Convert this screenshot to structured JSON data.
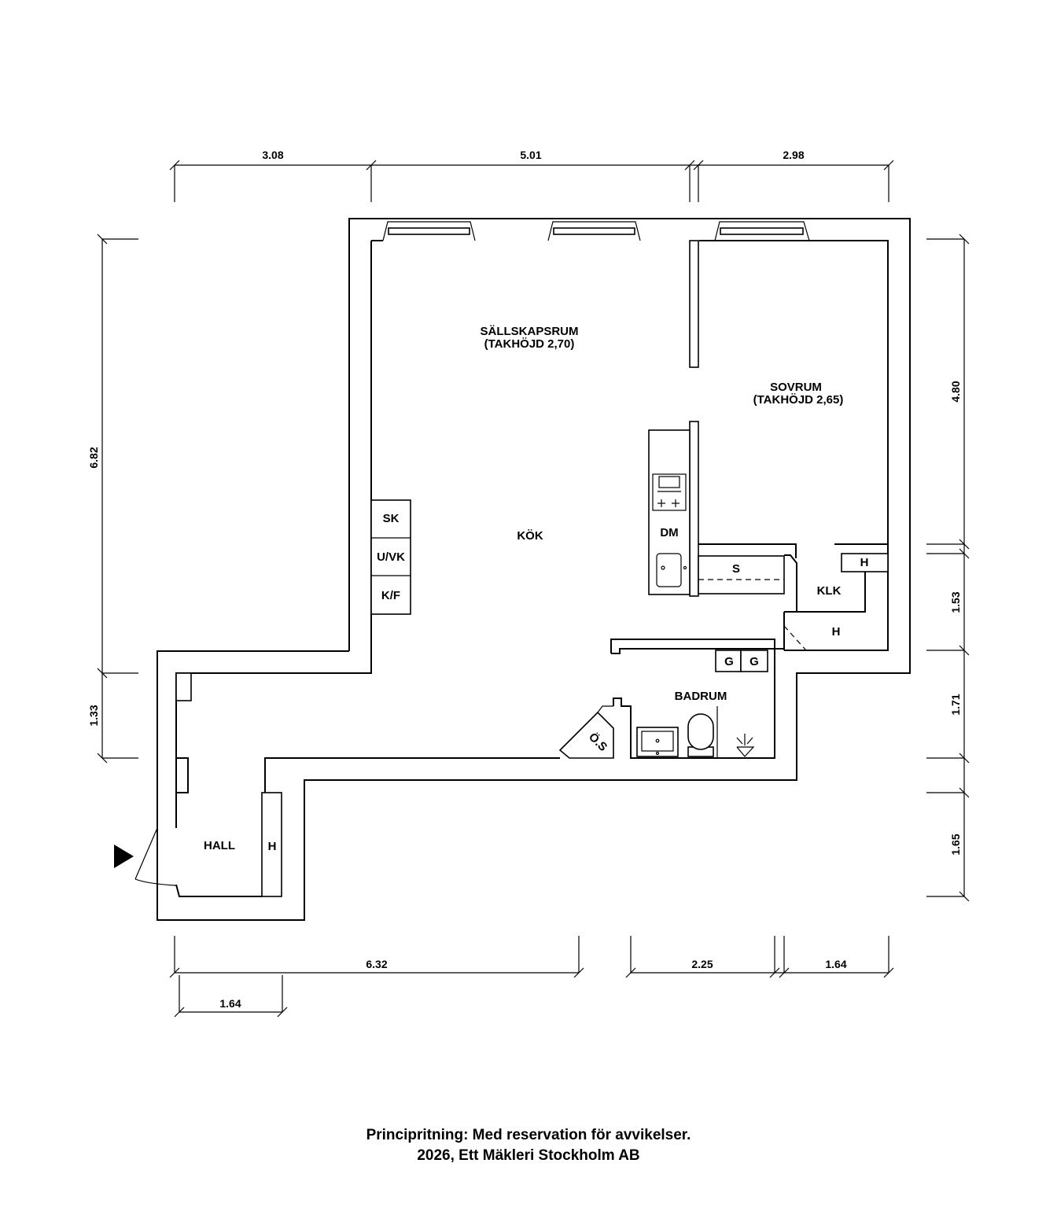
{
  "rooms": {
    "living": "SÄLLSKAPSRUM",
    "living_height": "(TAKHÖJD 2,70)",
    "bedroom": "SOVRUM",
    "bedroom_height": "(TAKHÖJD 2,65)",
    "kitchen": "KÖK",
    "bathroom": "BADRUM",
    "hall": "HALL",
    "walkin": "KLK"
  },
  "fixtures": {
    "sk": "SK",
    "uvk": "U/VK",
    "kf": "K/F",
    "dm": "DM",
    "s": "S",
    "h": "H",
    "g": "G",
    "os": "Ö.S"
  },
  "dimensions": {
    "top": [
      "3.08",
      "5.01",
      "2.98"
    ],
    "left": [
      "6.82",
      "1.33"
    ],
    "right": [
      "4.80",
      "1.53",
      "1.71",
      "1.65"
    ],
    "bottom": [
      "6.32",
      "2.25",
      "1.64"
    ],
    "bottom_hall": "1.64"
  },
  "footer": {
    "line1": "Principritning: Med reservation för avvikelser.",
    "line2": "2026, Ett Mäkleri Stockholm AB"
  }
}
